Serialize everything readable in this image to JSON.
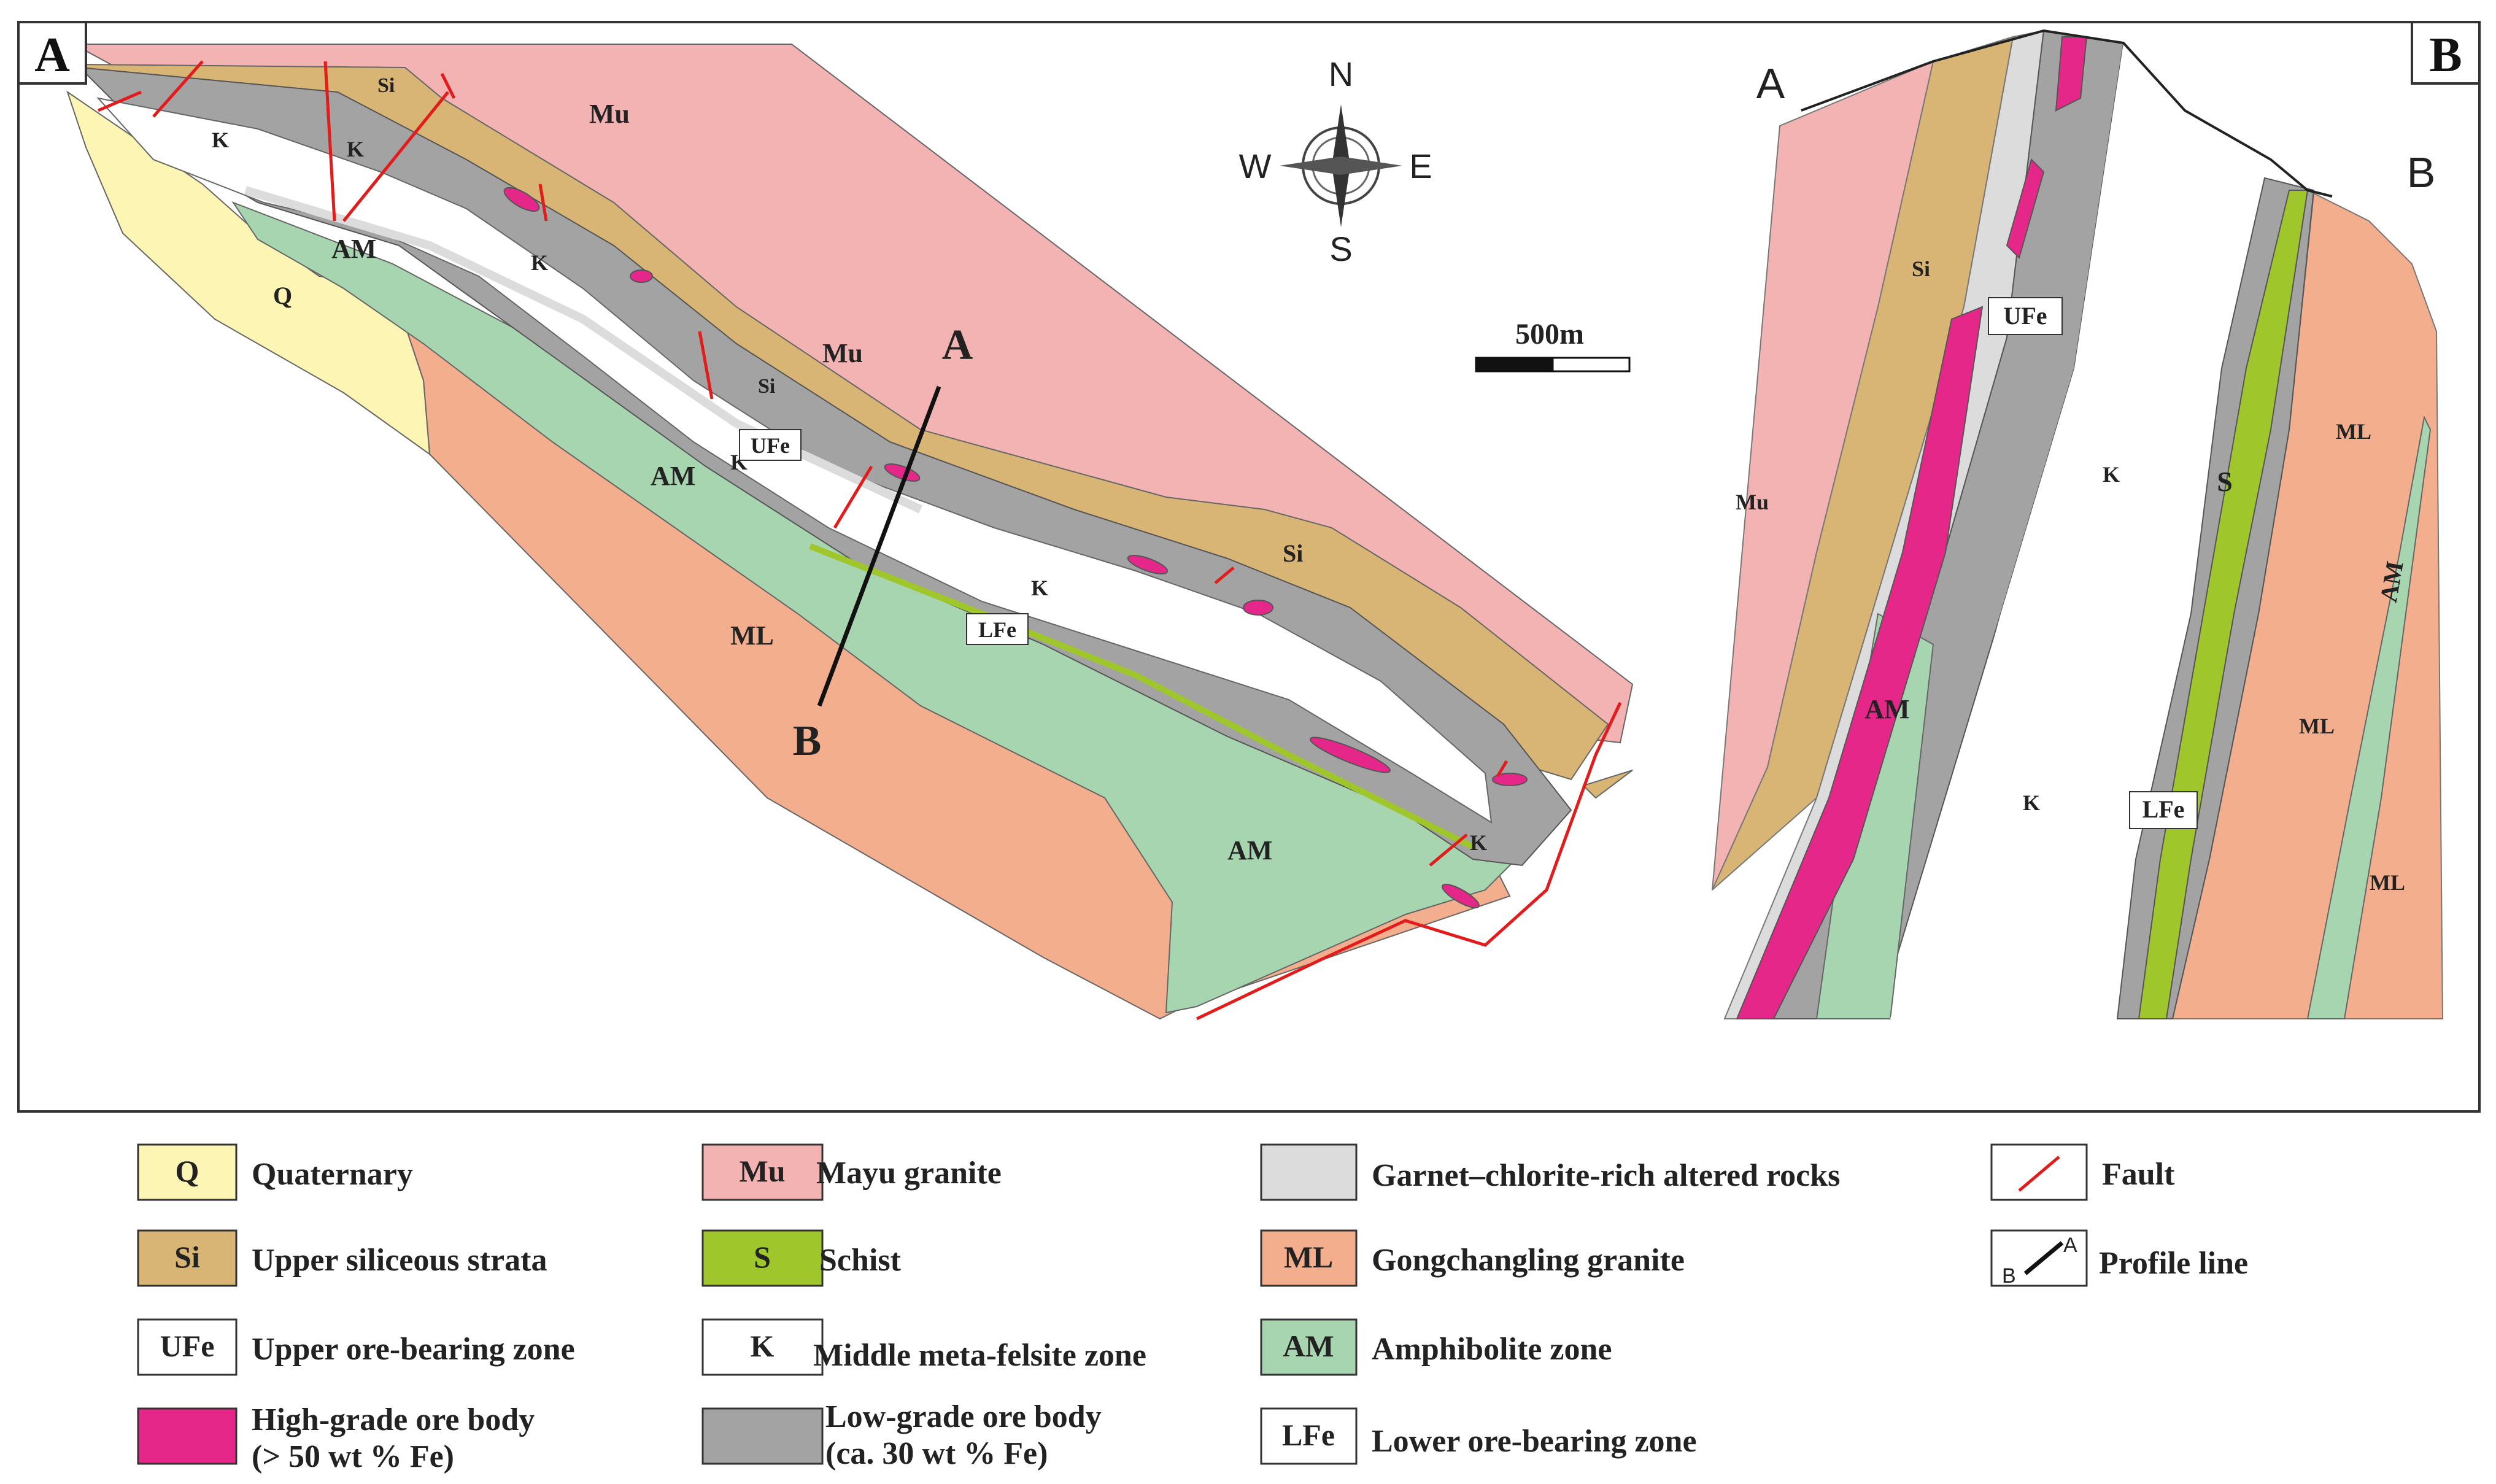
{
  "panels": {
    "a": {
      "letter": "A"
    },
    "b": {
      "letter": "B"
    }
  },
  "compass": {
    "n": "N",
    "s": "S",
    "e": "E",
    "w": "W"
  },
  "scale": {
    "label": "500m"
  },
  "map_a_labels": {
    "q": "Q",
    "si1": "Si",
    "si2": "Si",
    "si3": "Si",
    "mu1": "Mu",
    "mu2": "Mu",
    "k1": "K",
    "k2": "K",
    "k3": "K",
    "k4": "K",
    "k5": "K",
    "k6": "K",
    "am1": "AM",
    "am2": "AM",
    "am3": "AM",
    "ml": "ML",
    "ufe": "UFe",
    "lfe": "LFe",
    "profile_a": "A",
    "profile_b": "B"
  },
  "section_b_labels": {
    "end_a": "A",
    "end_b": "B",
    "si": "Si",
    "mu": "Mu",
    "ufe": "UFe",
    "k1": "K",
    "k2": "K",
    "am_left": "AM",
    "s": "S",
    "lfe": "LFe",
    "ml1": "ML",
    "ml2": "ML",
    "ml3": "ML",
    "am_right": "AM"
  },
  "colors": {
    "quaternary": "#fdf5b4",
    "siliceous": "#d8b574",
    "ufe": "#ffffff",
    "high_grade": "#e5278a",
    "mayu": "#f4b3b3",
    "schist": "#9fc62a",
    "meta_felsite": "#ffffff",
    "low_grade": "#a3a3a3",
    "garnet_chlorite": "#dcdcdc",
    "gongchangling": "#f3ae8e",
    "amphibolite": "#a6d5af",
    "lfe": "#ffffff",
    "fault": "#e31b1b"
  },
  "legend": [
    {
      "code": "Q",
      "label": "Quaternary",
      "label2": ""
    },
    {
      "code": "Si",
      "label": "Upper siliceous strata",
      "label2": ""
    },
    {
      "code": "UFe",
      "label": "Upper ore-bearing zone",
      "label2": ""
    },
    {
      "code": "",
      "label": "High-grade ore body",
      "label2": "(> 50 wt % Fe)"
    },
    {
      "code": "Mu",
      "label": "Mayu granite",
      "label2": ""
    },
    {
      "code": "S",
      "label": "Schist",
      "label2": ""
    },
    {
      "code": "K",
      "label": "Middle meta-felsite zone",
      "label2": ""
    },
    {
      "code": "",
      "label": "Low-grade ore body",
      "label2": "(ca. 30 wt % Fe)"
    },
    {
      "code": "",
      "label": "Garnet–chlorite-rich altered  rocks",
      "label2": ""
    },
    {
      "code": "ML",
      "label": "Gongchangling granite",
      "label2": ""
    },
    {
      "code": "AM",
      "label": "Amphibolite zone",
      "label2": ""
    },
    {
      "code": "LFe",
      "label": "Lower ore-bearing zone",
      "label2": ""
    },
    {
      "code": "",
      "label": "Fault",
      "label2": ""
    },
    {
      "code": "",
      "label": "Profile line",
      "label2": "",
      "swatch_a": "A",
      "swatch_b": "B"
    }
  ]
}
